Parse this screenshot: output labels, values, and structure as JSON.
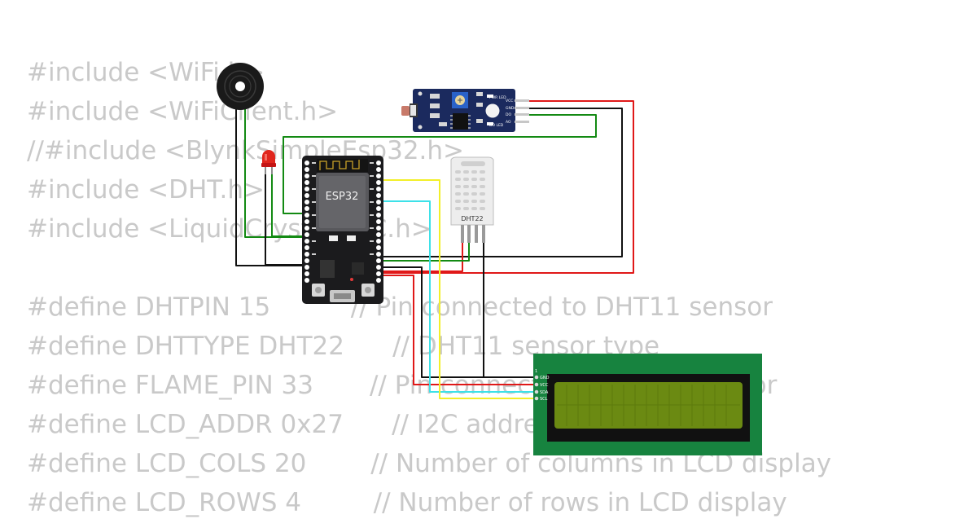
{
  "code_lines": [
    "#include <WiFi.h>",
    "#include <WiFiClient.h>",
    "//#include <BlynkSimpleEsp32.h>",
    "#include <DHT.h>",
    "#include <LiquidCrystal_I2C.h>",
    "",
    "#define DHTPIN 15          // Pin connected to DHT11 sensor",
    "#define DHTTYPE DHT22      // DHT11 sensor type",
    "#define FLAME_PIN 33       // Pin connected to flame sensor",
    "#define LCD_ADDR 0x27      // I2C address of LCD",
    "#define LCD_COLS 20        // Number of columns in LCD display",
    "#define LCD_ROWS 4         // Number of rows in LCD display"
  ],
  "components": {
    "esp32_label": "ESP32",
    "dht22_label": "DHT22",
    "flame_sensor_pins": [
      "VCC",
      "GND",
      "DO",
      "AO"
    ],
    "flame_sensor_leds": [
      "PWR LED",
      "DO LED"
    ],
    "lcd_pins": [
      "GND",
      "VCC",
      "SDA",
      "SCL"
    ],
    "lcd_pin1_marker": "1"
  },
  "colors": {
    "code_text": "#c9c9c9",
    "esp32_board": "#1b1b1d",
    "flame_sensor_board": "#1b2a5e",
    "lcd_pcb": "#17833f",
    "lcd_screen": "#6b8a12",
    "wire_red": "#e01818",
    "wire_black": "#111111",
    "wire_green": "#138a13",
    "wire_yellow": "#f2ef2a",
    "wire_cyan": "#3de1e8"
  }
}
